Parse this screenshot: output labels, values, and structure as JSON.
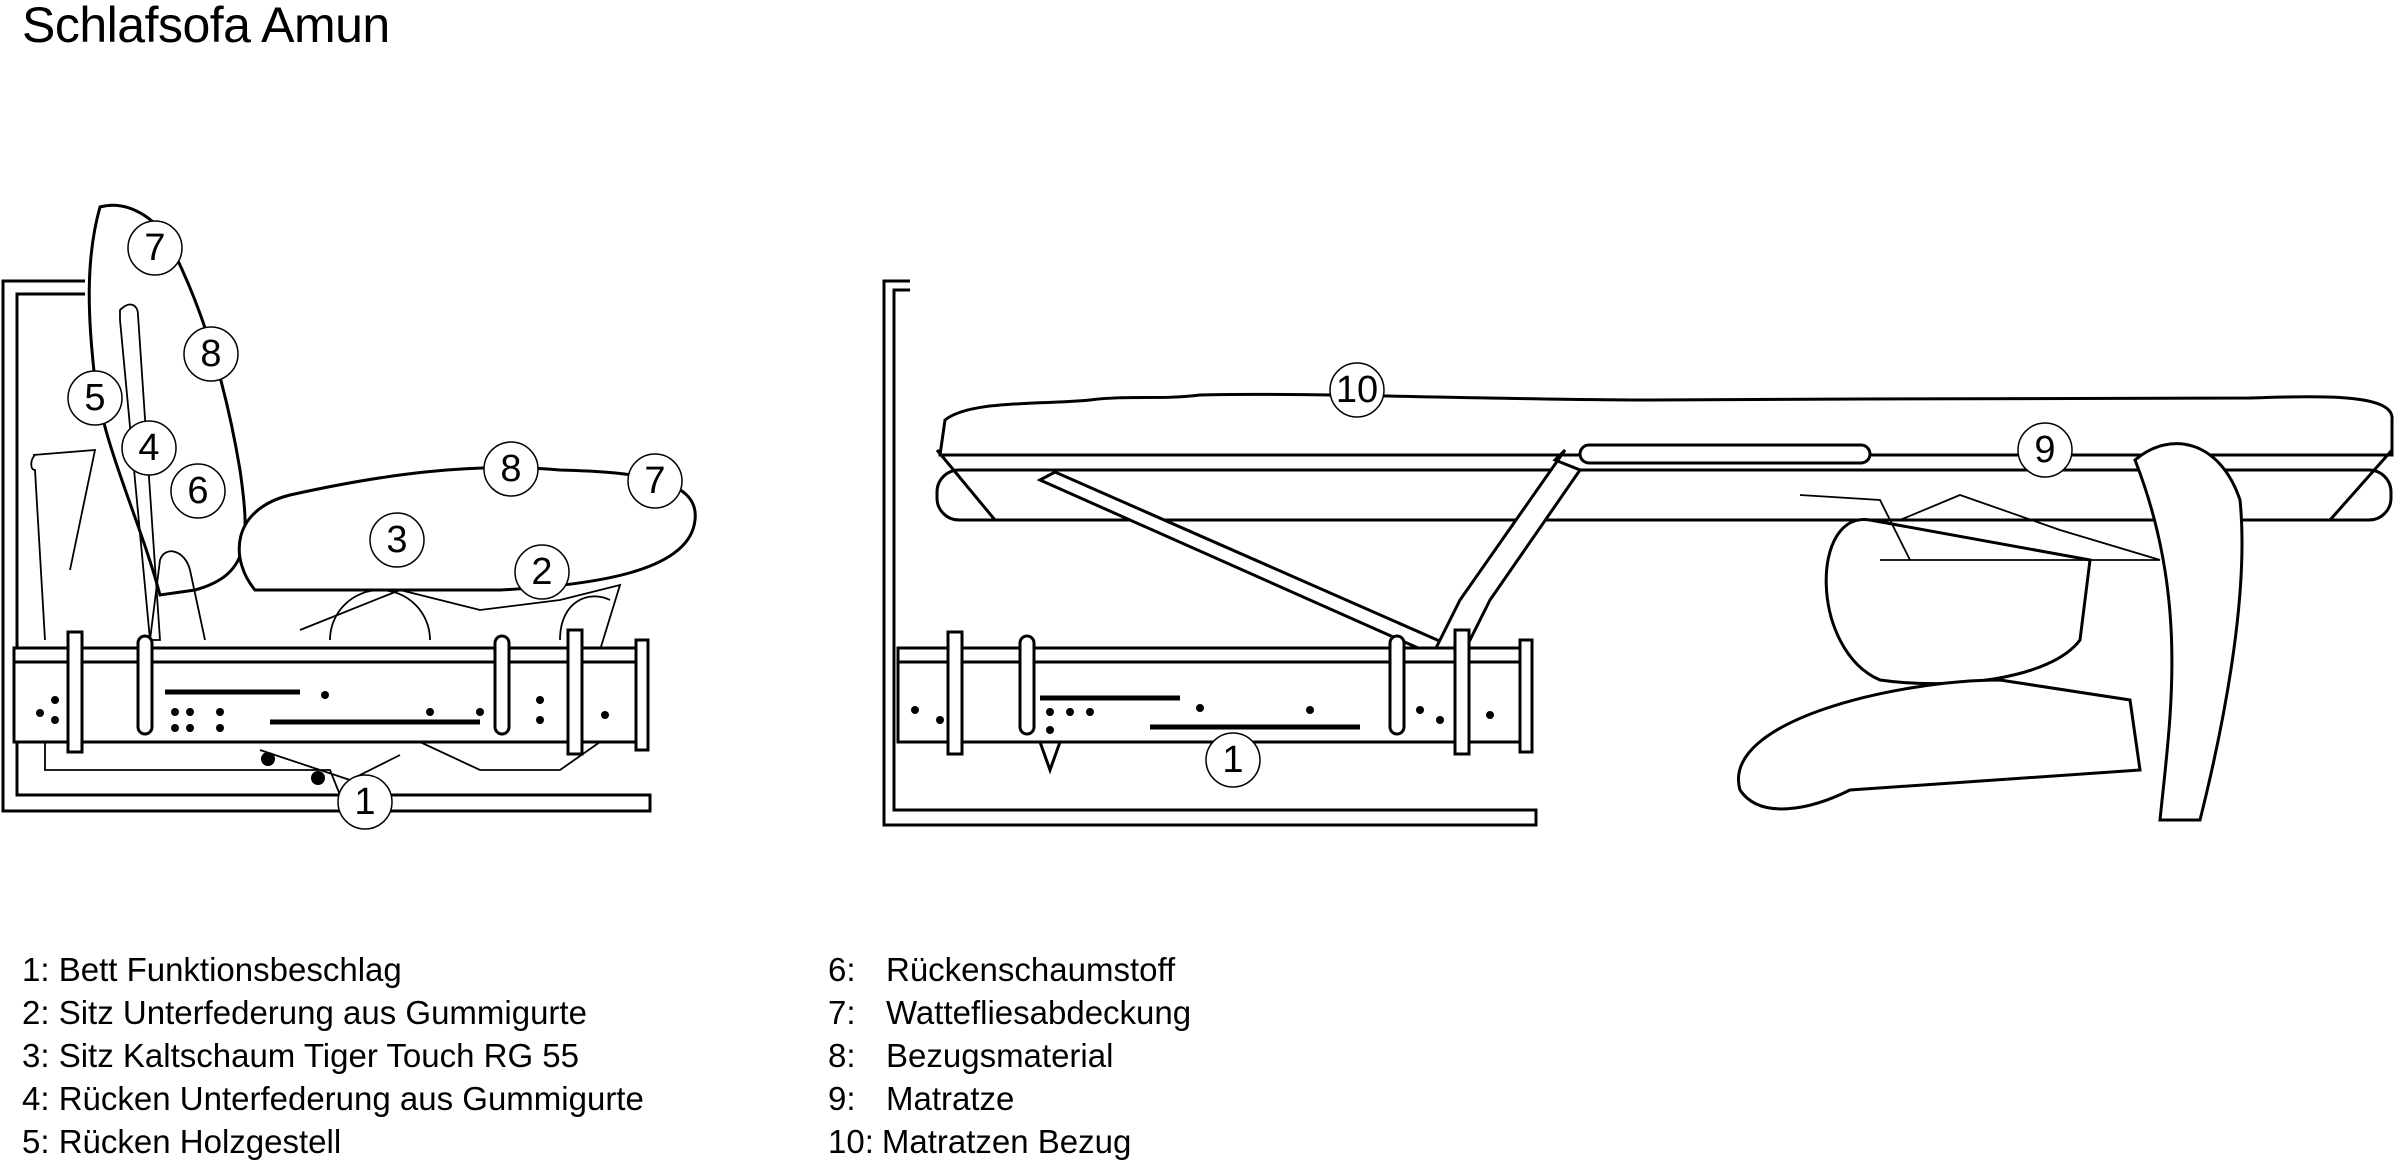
{
  "title": "Schlafsofa Amun",
  "diagram_left": {
    "callouts": [
      "7",
      "8",
      "5",
      "4",
      "6",
      "8",
      "7",
      "3",
      "2",
      "1"
    ]
  },
  "diagram_right": {
    "callouts": [
      "10",
      "9",
      "1"
    ]
  },
  "legend": {
    "left": [
      {
        "num": "1:",
        "label": "Bett Funktionsbeschlag"
      },
      {
        "num": "2:",
        "label": "Sitz Unterfederung aus Gummigurte"
      },
      {
        "num": "3:",
        "label": "Sitz Kaltschaum Tiger Touch RG 55"
      },
      {
        "num": "4:",
        "label": "Rücken Unterfederung aus Gummigurte"
      },
      {
        "num": "5:",
        "label": "Rücken Holzgestell"
      }
    ],
    "right": [
      {
        "num": "6:",
        "label": "Rückenschaumstoff"
      },
      {
        "num": "7:",
        "label": "Wattefliesabdeckung"
      },
      {
        "num": "8:",
        "label": "Bezugsmaterial"
      },
      {
        "num": "9:",
        "label": "Matratze"
      },
      {
        "num": "10:",
        "label": "Matratzen Bezug"
      }
    ]
  }
}
